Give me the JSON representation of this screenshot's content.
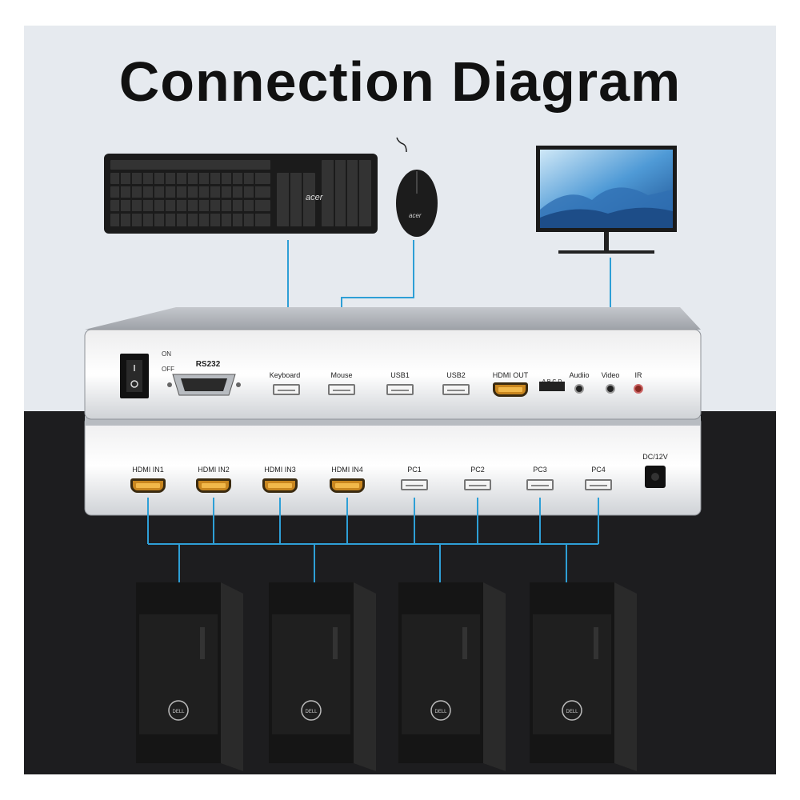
{
  "title": "Connection Diagram",
  "devices": {
    "keyboard_brand": "acer",
    "mouse_brand": "acer",
    "pc_brand": "DELL"
  },
  "top_panel": {
    "power_on": "ON",
    "power_off": "OFF",
    "rs232": "RS232",
    "keyboard": "Keyboard",
    "mouse": "Mouse",
    "usb1": "USB1",
    "usb2": "USB2",
    "hdmi_out": "HDMI OUT",
    "abcd": "A B C D",
    "audio": "Audiio",
    "video": "Video",
    "ir": "IR"
  },
  "bottom_panel": {
    "hdmi_in": [
      "HDMI IN1",
      "HDMI IN2",
      "HDMI IN3",
      "HDMI IN4"
    ],
    "pc": [
      "PC1",
      "PC2",
      "PC3",
      "PC4"
    ],
    "dc": "DC/12V"
  },
  "colors": {
    "cable": "#2e9fd6",
    "hdmi_gold": "#c9861f",
    "chassis": "#c9ccd1",
    "floor": "#1d1d1f"
  }
}
